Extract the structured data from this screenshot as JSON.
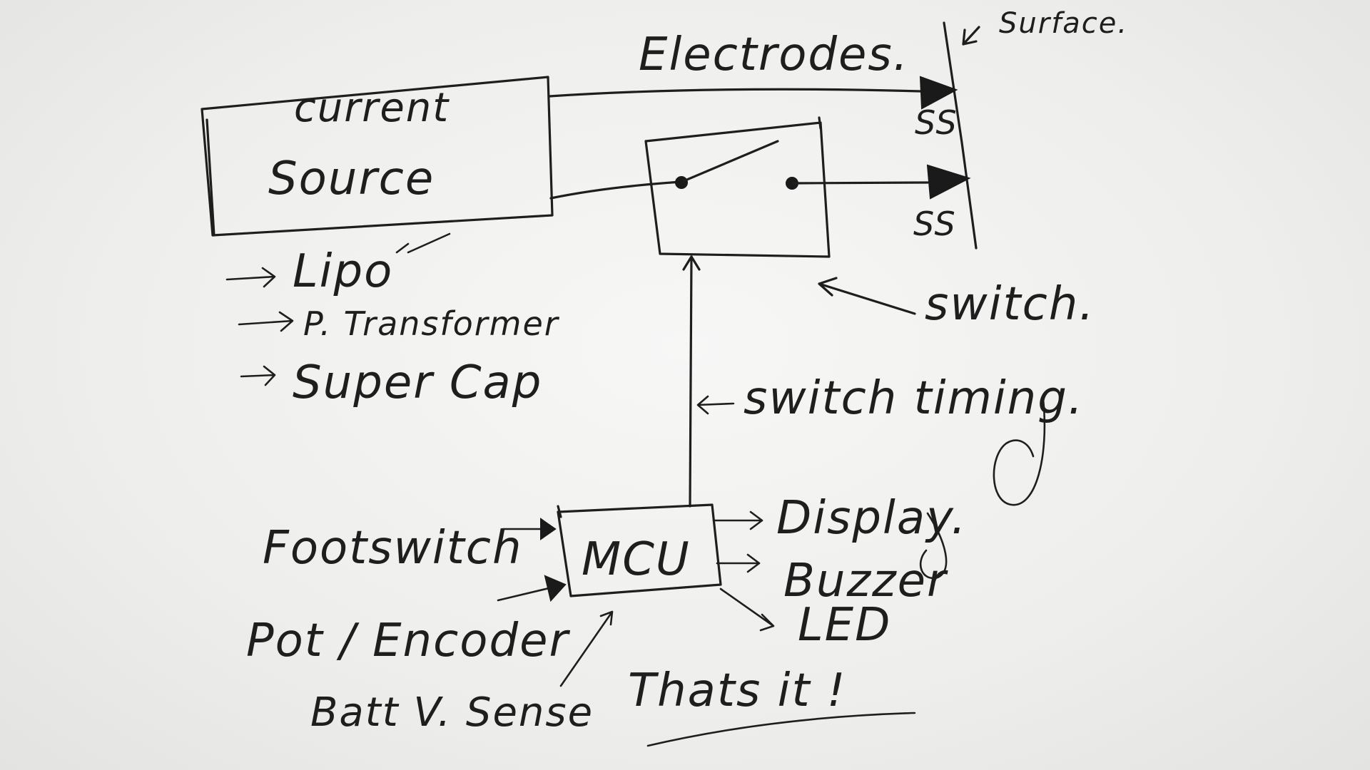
{
  "labels": {
    "electrodes": "Electrodes.",
    "surface": "Surface.",
    "current_source_line1": "current",
    "current_source_line2": "Source",
    "ss_top": "SS",
    "ss_bottom": "SS",
    "switch": "switch.",
    "switch_timing": "switch timing.",
    "lipo": "Lipo",
    "p_transformer": "P. Transformer",
    "super_cap": "Super Cap",
    "mcu": "MCU",
    "footswitch": "Footswitch",
    "pot_encoder": "Pot / Encoder",
    "batt_sense": "Batt V. Sense",
    "display": "Display.",
    "buzzer": "Buzzer",
    "led": "LED",
    "thats_it": "Thats it !"
  },
  "colors": {
    "ink": "#1e1e1e",
    "board": "#f3f3f2"
  }
}
